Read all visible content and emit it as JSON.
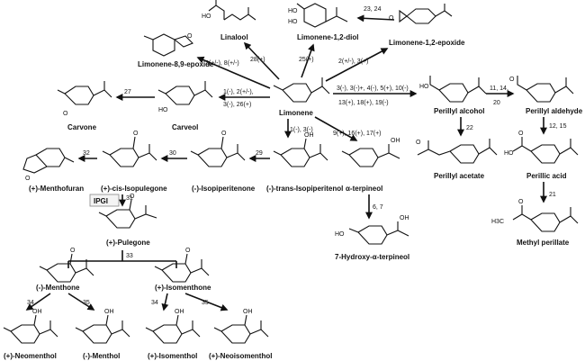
{
  "compounds": {
    "linalool": "Linalool",
    "limonene_diol": "Limonene-1,2-diol",
    "limonene_epoxide_89": "Limonene-8,9-epoxide",
    "limonene_epoxide_12": "Limonene-1,2-epoxide",
    "limonene": "Limonene",
    "carvone": "Carvone",
    "carveol": "Carveol",
    "perillyl_alcohol": "Perillyl alcohol",
    "perillyl_aldehyde": "Perillyl aldehyde",
    "perillyl_acetate": "Perillyl acetate",
    "perillic_acid": "Perillic acid",
    "methyl_perillate": "Methyl perillate",
    "menthofuran": "(+)-Menthofuran",
    "cis_isopulegone": "(+)-cis-Isopulegone",
    "isopiperitenone": "(-)-Isopiperitenone",
    "trans_isopiperitenol": "(-)-trans-Isopiperitenol",
    "alpha_terpineol": "α-terpineol",
    "hydroxy_terpineol": "7-Hydroxy-α-terpineol",
    "pulegone": "(+)-Pulegone",
    "menthone": "(-)-Menthone",
    "isomenthone": "(+)-Isomenthone",
    "neomenthol": "(+)-Neomenthol",
    "menthol": "(-)-Menthol",
    "isomenthol": "(+)-Isomenthol",
    "neoisomenthol": "(+)-Neoisomenthol",
    "ipgi": "IPGI"
  },
  "steps": {
    "s28": "28(+)",
    "s25": "25(+)",
    "s23_24": "23, 24",
    "s2_8": "2(+/-), 8(+/-)",
    "s2_3": "2(+/-), 3(+)",
    "s27": "27",
    "s1_2": "1(-), 2(+/-),",
    "s3_26": "3(-), 26(+)",
    "s3_4_5_10": "3(-), 3(-)+, 4(-), 5(+), 10(-)",
    "s13_18_19": "13(+), 18(+), 19(-)",
    "s11_14": "11, 14,",
    "s20": "20",
    "s1_3": "1(-), 3(-)",
    "s9_16_17": "9(+), 16(+), 17(+)",
    "s22": "22",
    "s12_15": "12, 15",
    "s21": "21",
    "s32": "32",
    "s30": "30",
    "s29": "29",
    "s31": "31",
    "s6_7": "6, 7",
    "s33": "33",
    "s34a": "34",
    "s35a": "35",
    "s34b": "34",
    "s35b": "35"
  },
  "atom_labels": {
    "oh": "OH",
    "ho": "HO",
    "o": "O",
    "h3c": "H3C"
  }
}
